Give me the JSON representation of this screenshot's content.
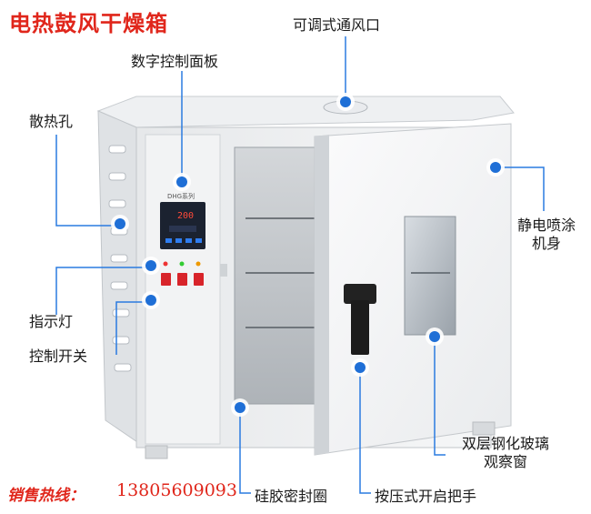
{
  "title": "电热鼓风干燥箱",
  "callouts": {
    "vent": "可调式通风口",
    "panel": "数字控制面板",
    "heat_holes": "散热孔",
    "coating_line1": "静电喷涂",
    "coating_line2": "机身",
    "indicator": "指示灯",
    "switch": "控制开关",
    "glass_line1": "双层钢化玻璃",
    "glass_line2": "观察窗",
    "seal": "硅胶密封圈",
    "handle": "按压式开启把手"
  },
  "panel_label": "DHG系列",
  "display_value": "200",
  "hotline": {
    "label": "销售热线：",
    "number": "13805609093"
  },
  "colors": {
    "title": "#e0261b",
    "dot": "#1f6fd6",
    "line": "#2a7be0"
  }
}
